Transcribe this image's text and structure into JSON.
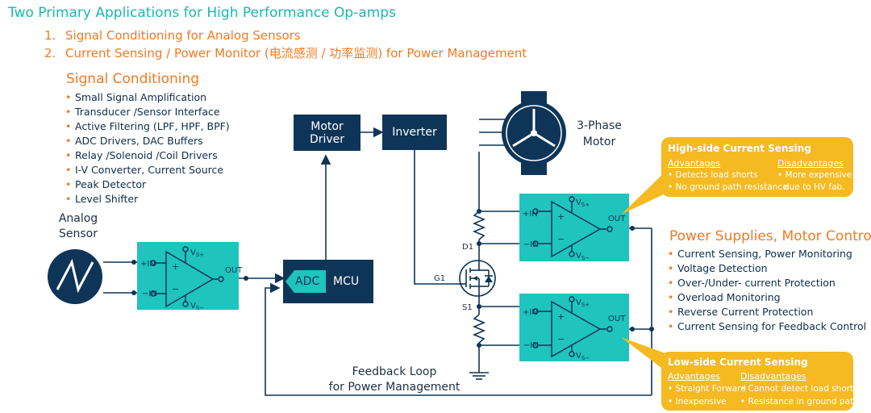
{
  "header": {
    "title": "Two Primary Applications for High Performance Op-amps",
    "items": [
      {
        "num": "1.",
        "text": "Signal Conditioning for Analog Sensors"
      },
      {
        "num": "2.",
        "text": "Current Sensing / Power Monitor (电流感测 / 功率监测) for Power Management"
      }
    ]
  },
  "signal_conditioning": {
    "title": "Signal Conditioning",
    "items": [
      "Small Signal Amplification",
      "Transducer /Sensor Interface",
      "Active Filtering (LPF, HPF, BPF)",
      "ADC Drivers, DAC Buffers",
      "Relay /Solenoid /Coil Drivers",
      "I-V Converter, Current Source",
      "Peak Detector",
      "Level Shifter"
    ]
  },
  "power_supplies": {
    "title": "Power Supplies, Motor Control",
    "items": [
      "Current Sensing, Power Monitoring",
      "Voltage Detection",
      "Over-/Under- current Protection",
      "Overload Monitoring",
      "Reverse Current Protection",
      "Current Sensing for Feedback Control"
    ]
  },
  "diagram": {
    "analog_sensor": "Analog\nSensor",
    "motor_driver": "Motor\nDriver",
    "inverter": "Inverter",
    "motor": "3-Phase\nMotor",
    "adc": "ADC",
    "mcu": "MCU",
    "feedback": "Feedback Loop\nfor Power Management",
    "d1": "D1",
    "g1": "G1",
    "s1": "S1",
    "opamp": {
      "in_pos": "+IN",
      "in_neg": "−IN",
      "out": "OUT",
      "vs_pos": "V",
      "vs_pos_sub": "S+",
      "vs_neg": "V",
      "vs_neg_sub": "S−",
      "plus": "+",
      "minus": "−"
    }
  },
  "high_side": {
    "title": "High-side Current Sensing",
    "adv_head": "Advantages",
    "dis_head": "Disadvantages",
    "adv": [
      "• Detects load shorts",
      "• No ground path resistance"
    ],
    "dis": [
      "• More expensive",
      "due to HV fab."
    ]
  },
  "low_side": {
    "title": "Low-side Current Sensing",
    "adv_head": "Advantages",
    "dis_head": "Disadvantages",
    "adv": [
      "• Straight Forward",
      "• Inexpensive"
    ],
    "dis": [
      "• Cannot detect load shorts",
      "• Resistance in ground path"
    ]
  },
  "colors": {
    "teal": "#1ec4bd",
    "navy": "#0e3558",
    "orange": "#f07a23",
    "gold": "#f5ba22",
    "title": "#19b8b0"
  }
}
